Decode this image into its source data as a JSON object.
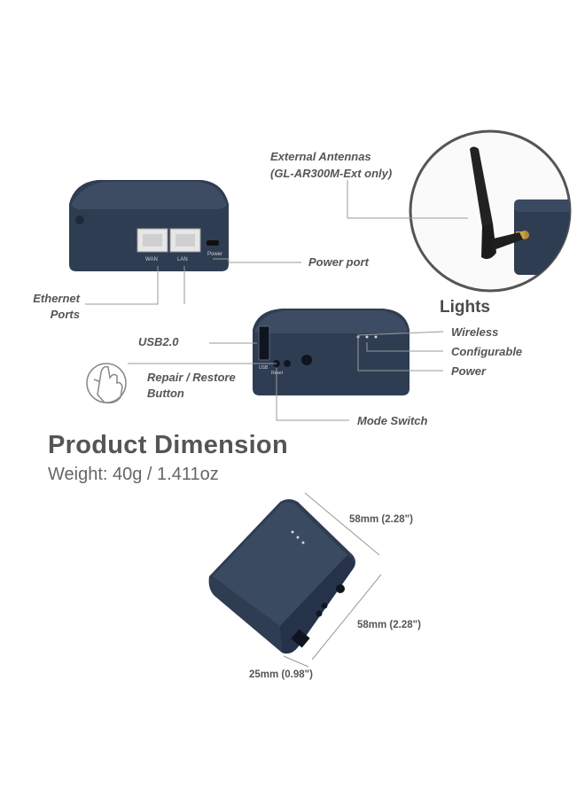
{
  "features": {
    "antenna_label_line1": "External Antennas",
    "antenna_label_line2": "(GL-AR300M-Ext only)",
    "power_port": "Power port",
    "ethernet_line1": "Ethernet",
    "ethernet_line2": "Ports",
    "usb": "USB2.0",
    "repair_line1": "Repair / Restore",
    "repair_line2": "Button",
    "mode_switch": "Mode Switch",
    "port_wan": "WAN",
    "port_lan": "LAN",
    "port_power": "Power",
    "port_usb": "USB",
    "port_reset": "Reset"
  },
  "lights": {
    "title": "Lights",
    "items": [
      "Wireless",
      "Configurable",
      "Power"
    ]
  },
  "dimension": {
    "title": "Product Dimension",
    "weight": "Weight: 40g / 1.411oz",
    "width": "58mm (2.28\")",
    "depth": "58mm (2.28\")",
    "height": "25mm (0.98\")"
  },
  "colors": {
    "device_body": "#2f3d52",
    "device_top": "#3a4a61",
    "leader_line": "#9a9a9a",
    "text": "#555555"
  }
}
